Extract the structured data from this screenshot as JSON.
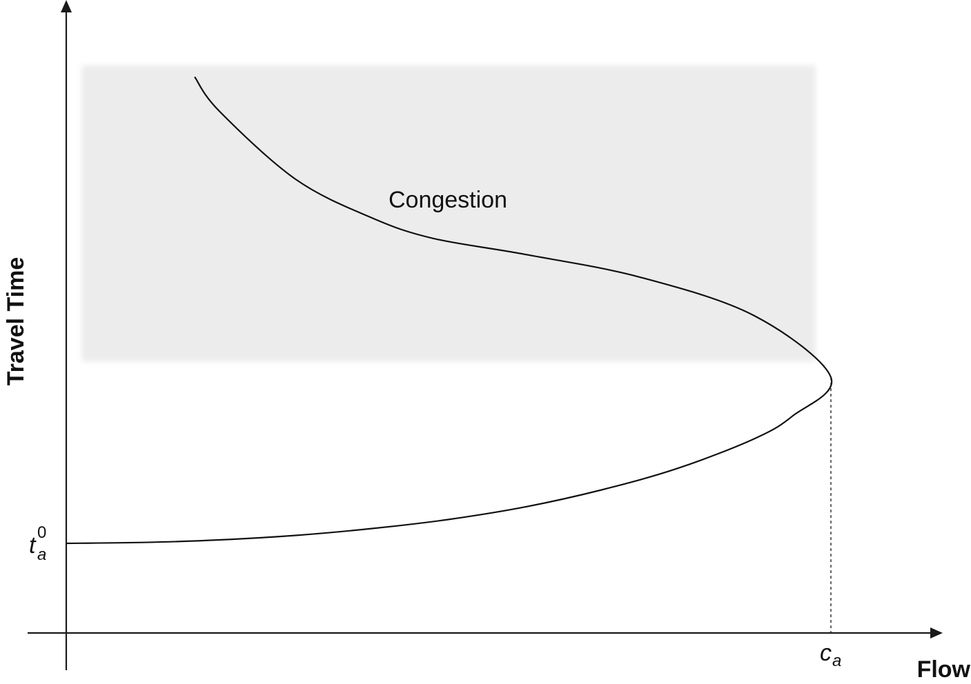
{
  "chart_data": {
    "type": "line",
    "xlabel": "Flow",
    "ylabel": "Travel Time",
    "region": {
      "label": "Congestion",
      "color": "#ececec"
    },
    "markers": {
      "free_flow_time": {
        "base": "t",
        "subscript": "a",
        "superscript": "0"
      },
      "capacity": {
        "base": "c",
        "subscript": "a"
      }
    },
    "series": [
      {
        "points": [
          [
            0.0,
            0.0
          ],
          [
            0.1,
            0.004
          ],
          [
            0.2,
            0.015
          ],
          [
            0.3,
            0.035
          ],
          [
            0.4,
            0.065
          ],
          [
            0.5,
            0.105
          ],
          [
            0.6,
            0.16
          ],
          [
            0.7,
            0.235
          ],
          [
            0.8,
            0.33
          ],
          [
            0.9,
            0.46
          ],
          [
            0.95,
            0.56
          ],
          [
            1.0,
            0.73
          ],
          [
            0.9,
            1.0
          ],
          [
            0.75,
            1.17
          ],
          [
            0.6,
            1.27
          ],
          [
            0.48,
            1.34
          ],
          [
            0.4,
            1.43
          ],
          [
            0.3,
            1.6
          ],
          [
            0.2,
            1.9
          ],
          [
            0.168,
            2.05
          ]
        ]
      }
    ],
    "xlim": [
      0,
      1.14
    ],
    "ylim": [
      -0.58,
      2.32
    ],
    "congestion_ylim": [
      0.8,
      2.1
    ],
    "congestion_xlim": [
      0.02,
      0.98
    ]
  },
  "colors": {
    "axis": "#1a1a1a",
    "curve": "#111111",
    "region_fill": "#ececec"
  }
}
